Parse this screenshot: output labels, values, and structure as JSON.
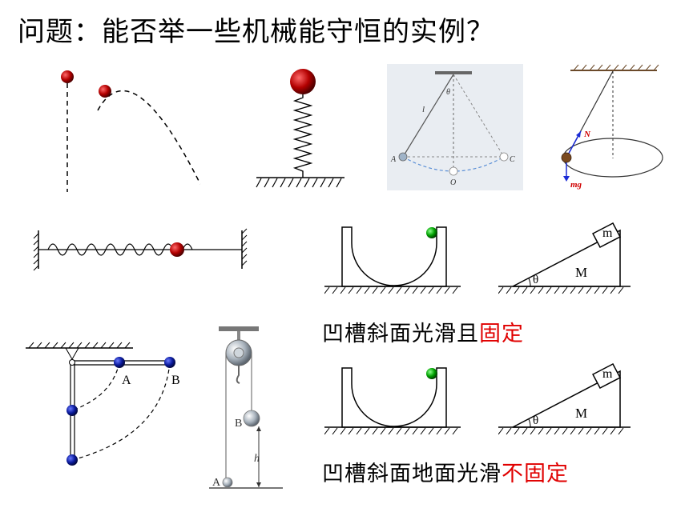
{
  "title": "问题：能否举一些机械能守恒的实例？",
  "pendulum": {
    "label_l": "l",
    "label_theta": "θ",
    "label_A": "A",
    "label_O": "O",
    "label_C": "C"
  },
  "conical": {
    "label_N": "N",
    "label_mg": "mg"
  },
  "groove_incline": {
    "label_m": "m",
    "label_M": "M",
    "label_theta": "θ"
  },
  "rod": {
    "label_A": "A",
    "label_B": "B"
  },
  "pulley": {
    "label_B": "B",
    "label_A": "A",
    "label_h": "h"
  },
  "caption1": {
    "text": "凹槽斜面光滑且",
    "highlight": "固定"
  },
  "caption2": {
    "text": "凹槽斜面地面光滑",
    "highlight": "不固定"
  },
  "colors": {
    "highlight": "#e00000",
    "ball_red": "#b30000",
    "ball_green": "#00a000",
    "ball_blue": "#0a1a9c"
  }
}
